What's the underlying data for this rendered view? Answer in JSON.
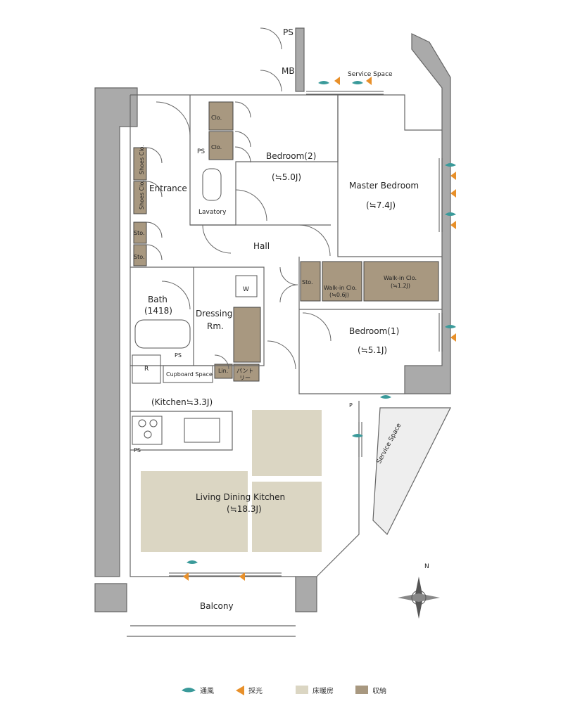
{
  "rooms": {
    "ps_top": "PS",
    "mb": "MB",
    "service_space_top": "Service Space",
    "bedroom2": "Bedroom(2)",
    "bedroom2_size": "(≒5.0J)",
    "master_bedroom": "Master Bedroom",
    "master_bedroom_size": "(≒7.4J)",
    "entrance": "Entrance",
    "lavatory": "Lavatory",
    "ps_lav": "PS",
    "hall": "Hall",
    "bath": "Bath",
    "bath_size": "(1418)",
    "dressing": "Dressing",
    "dressing_rm": "Rm.",
    "washer": "W",
    "ps_bath": "PS",
    "fridge": "R",
    "cupboard": "Cupboard Space",
    "linen": "Lin.",
    "pantry_1": "パント",
    "pantry_2": "リー",
    "kitchen": "(Kitchen≒3.3J)",
    "ps_kitchen": "PS",
    "ldk": "Living Dining Kitchen",
    "ldk_size": "(≒18.3J)",
    "bedroom1": "Bedroom(1)",
    "bedroom1_size": "(≒5.1J)",
    "p_label": "P",
    "service_space_side": "Service Space",
    "balcony": "Balcony",
    "sto_hall": "Sto.",
    "wic_small": "Walk-in Clo.",
    "wic_small_size": "(≒0.6J)",
    "wic_large": "Walk-in Clo.",
    "wic_large_size": "(≒1.2J)"
  },
  "storage": {
    "shoes_clo_1": "Shoes Clo.",
    "shoes_clo_2": "Shoes Clo.",
    "sto_1": "Sto.",
    "sto_2": "Sto.",
    "clo_1": "Clo.",
    "clo_2": "Clo."
  },
  "compass": {
    "north": "N"
  },
  "legend": {
    "ventilation": "通風",
    "daylight": "採光",
    "floor_heating": "床暖房",
    "storage": "収納"
  },
  "colors": {
    "wall": "#9a9a9a",
    "storage": "#a89880",
    "floor_heating": "#dbd6c3",
    "ventilation": "#3a9a9a",
    "daylight": "#e8902a"
  }
}
